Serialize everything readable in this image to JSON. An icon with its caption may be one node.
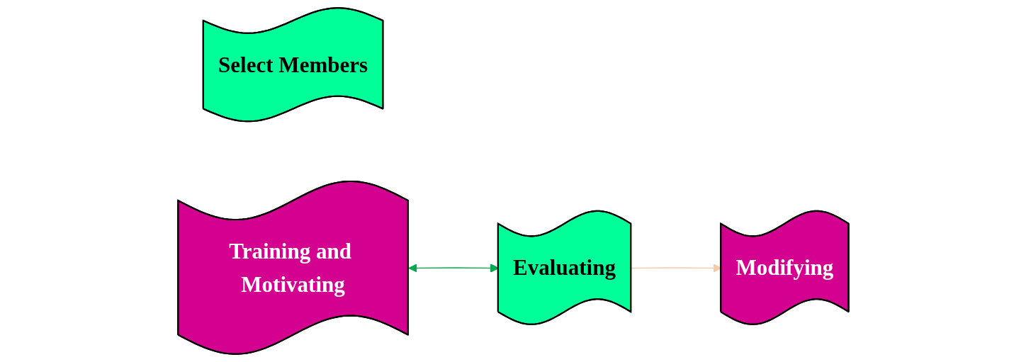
{
  "diagram": {
    "nodes": [
      {
        "text": [
          "Select Members"
        ]
      },
      {
        "text": [
          "Training and Motivating"
        ]
      },
      {
        "text": [
          "Evaluating"
        ]
      },
      {
        "text": [
          "Modifying"
        ]
      }
    ],
    "edges": [
      {
        "from": 1,
        "to": 2,
        "arrow": "both",
        "color": "#00a850"
      },
      {
        "from": 2,
        "to": 3,
        "arrow": "to",
        "color": "#f8c8a8"
      }
    ]
  }
}
